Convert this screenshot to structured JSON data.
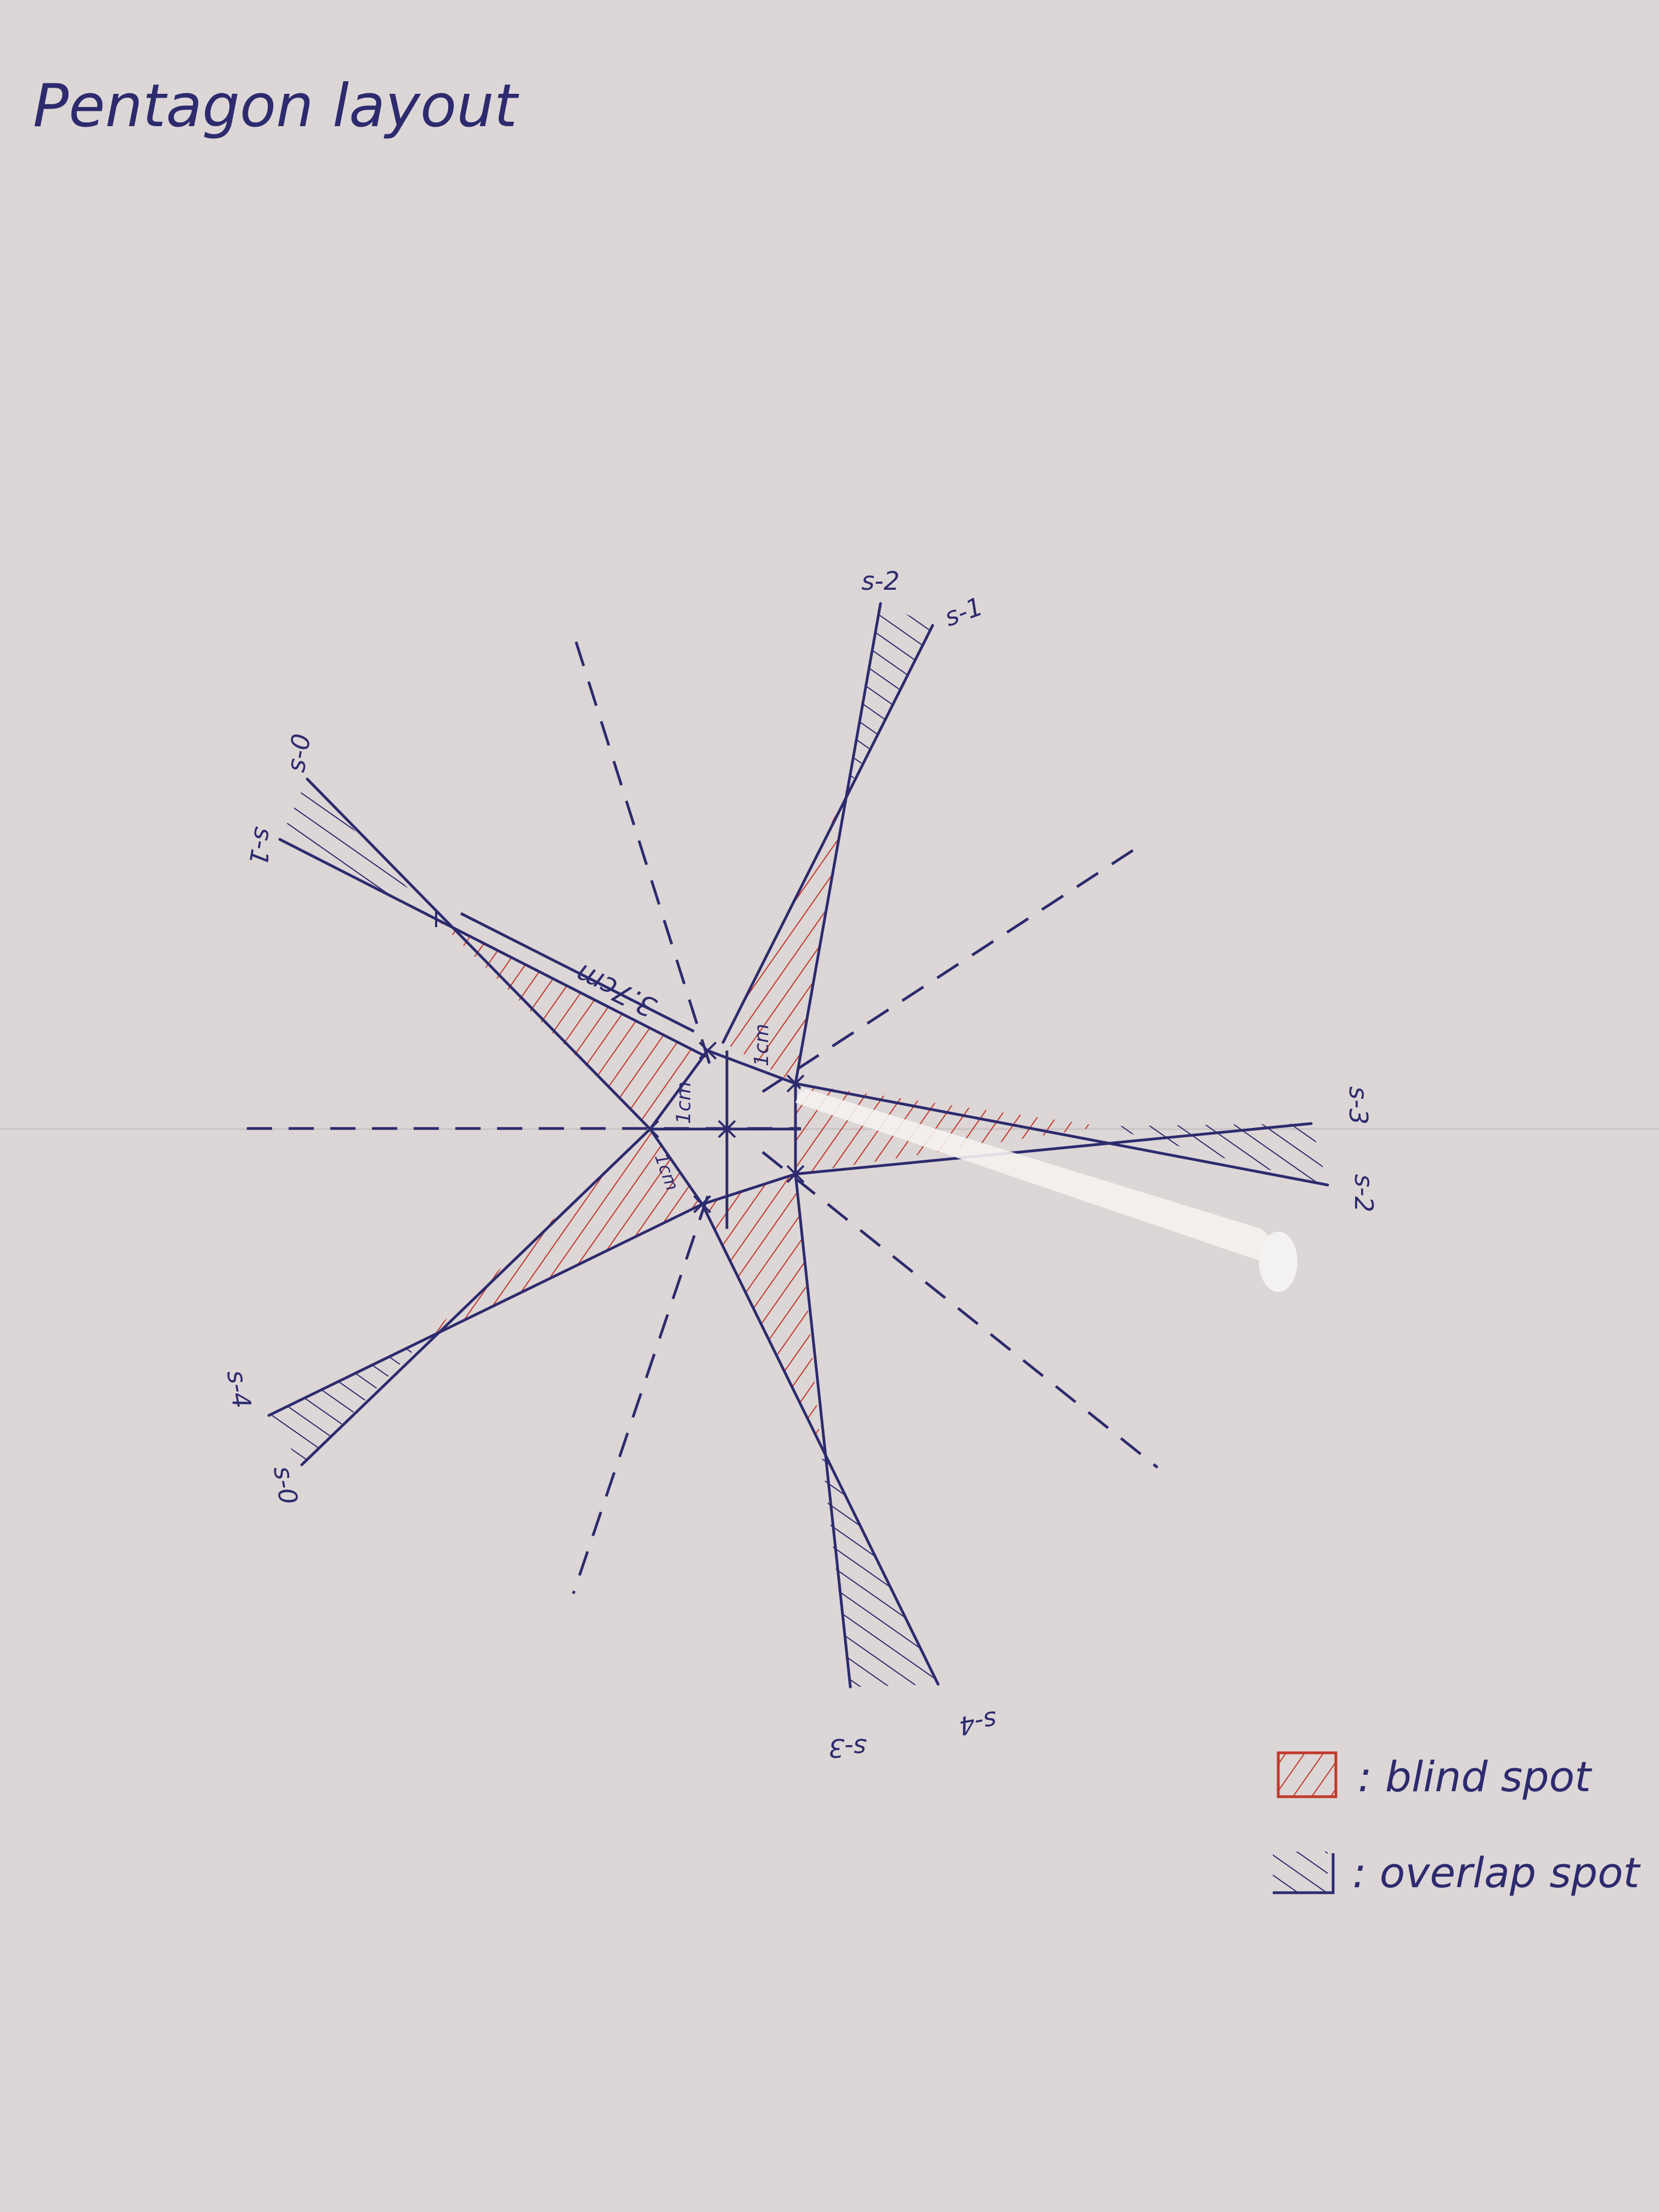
{
  "title": "Pentagon layout",
  "dimensions": {
    "outer_distance": "3.7cm",
    "inner_side": "1cm",
    "inner_height": "1cm",
    "radius": "1cm"
  },
  "sensor_labels": {
    "s0_upper": "s-0",
    "s1_left": "s-1",
    "s2_top": "s-2",
    "s1_top": "s-1",
    "s3_right": "s-3",
    "s2_right": "s-2",
    "s4_lower": "s-4",
    "s0_lower": "s-0",
    "s3_bottom": "s-3",
    "s4_bottom": "s-4"
  },
  "legend": {
    "blind": {
      "label": ": blind spot",
      "color": "#c0392b"
    },
    "overlap": {
      "label": ": overlap spot",
      "color": "#2d2b6e"
    }
  },
  "colors": {
    "paper": "#ddd6d6",
    "ink": "#2d2b6e",
    "hatch_red": "#c0392b",
    "correction_fluid": "#f4f2f0"
  }
}
